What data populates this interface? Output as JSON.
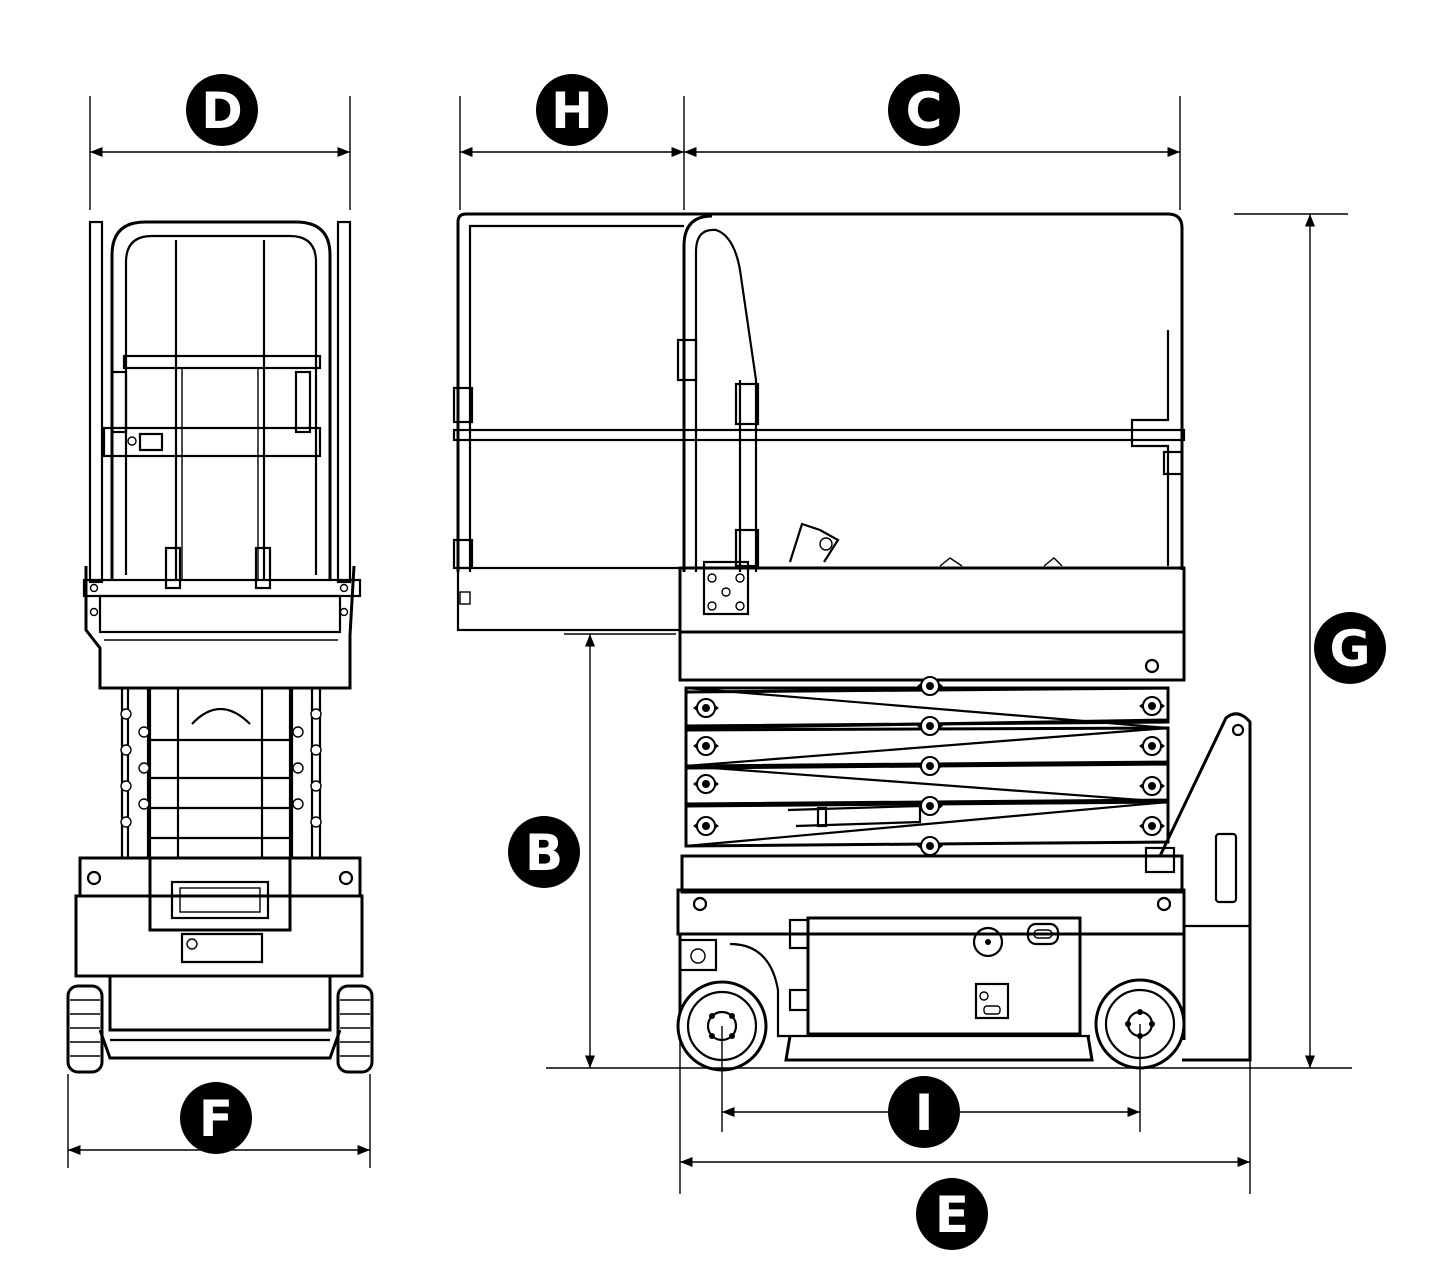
{
  "diagram": {
    "colors": {
      "ink": "#000000",
      "paper": "#ffffff"
    },
    "front_view_labels": {
      "top_width": "D",
      "base_width": "F"
    },
    "side_view_labels": {
      "rail_extension": "H",
      "platform_length": "C",
      "overall_height": "G",
      "platform_height": "B",
      "wheelbase": "I",
      "overall_length": "E"
    }
  }
}
